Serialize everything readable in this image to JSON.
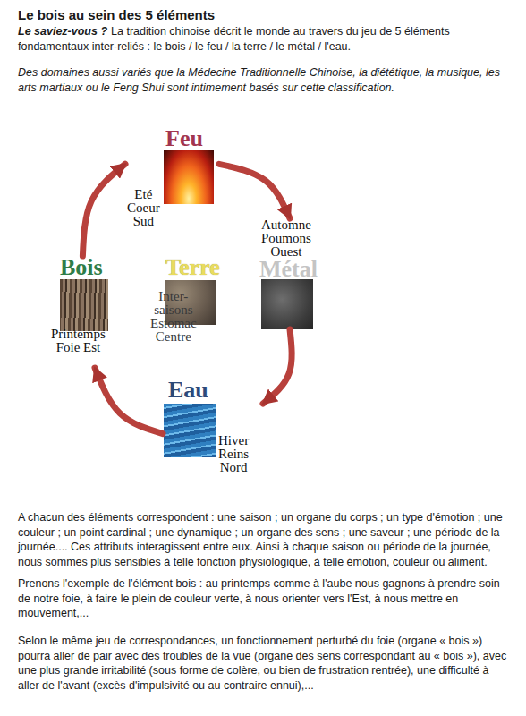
{
  "diagram": {
    "title": "Le bois au sein des 5 éléments",
    "nodes": [
      {
        "text": [
          "Feu",
          "Eté Coeur Sud"
        ]
      },
      {
        "text": [
          "Bois",
          "Printemps Foie Est"
        ]
      },
      {
        "text": [
          "Terre",
          "Inter-saisons Estomac Centre"
        ]
      },
      {
        "text": [
          "Métal",
          "Automne Poumons Ouest"
        ]
      },
      {
        "text": [
          "Eau",
          "Hiver Reins Nord"
        ]
      }
    ],
    "edges": [
      {
        "from": 0,
        "to": 3,
        "arrow": "to"
      },
      {
        "from": 3,
        "to": 4,
        "arrow": "to"
      },
      {
        "from": 4,
        "to": 1,
        "arrow": "to"
      },
      {
        "from": 1,
        "to": 0,
        "arrow": "to"
      }
    ],
    "labels": [
      "Le saviez-vous ?",
      "La tradition chinoise décrit le monde au travers du jeu de 5 éléments fondamentaux inter-reliés : le bois / le feu / la terre / le métal / l'eau.",
      "Des domaines aussi variés que la Médecine Traditionnelle Chinoise, la diététique, la musique, les arts martiaux ou le Feng Shui sont intimement basés sur cette classification.",
      "A chacun des éléments correspondent : une saison ; un organe du corps ; un type d'émotion ; une couleur ; un point cardinal ; une dynamique ; un organe des sens ; une saveur ; une période de la journée.... Ces attributs interagissent entre eux. Ainsi à chaque saison ou période de la journée, nous sommes plus sensibles à telle fonction physiologique, à telle émotion, couleur ou aliment.",
      "Prenons l'exemple de l'élément bois : au printemps comme à l'aube nous gagnons à prendre soin de notre foie, à faire le plein de couleur verte, à nous orienter vers l'Est, à nous mettre en mouvement,...",
      "Selon le même jeu de correspondances, un fonctionnement perturbé du foie (organe « bois ») pourra aller de pair avec des troubles de la vue (organe des sens correspondant au « bois »), avec une plus grande irritabilité (sous forme de colère, ou bien de frustration rentrée), une difficulté à aller de l'avant (excès d'impulsivité ou au contraire ennui),..."
    ]
  }
}
